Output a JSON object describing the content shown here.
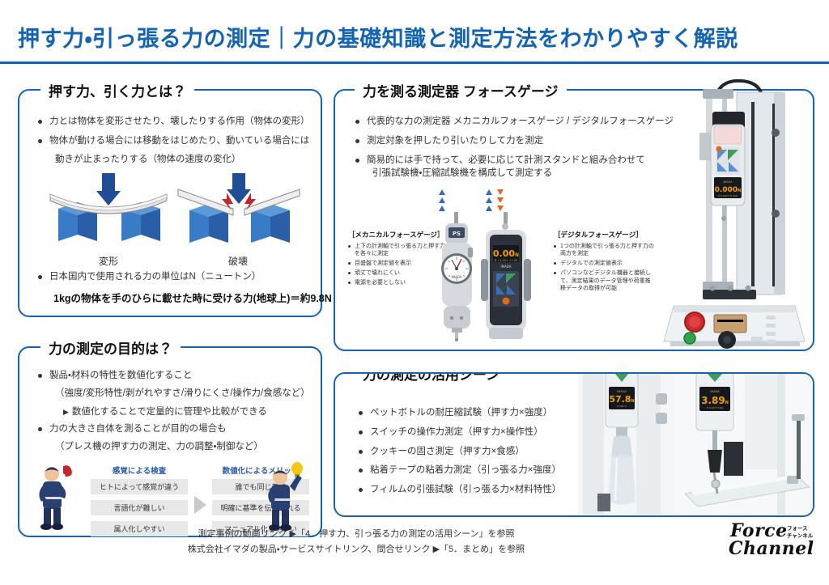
{
  "title": "押す力・引っ張る力の測定｜力の基礎知識と測定方法をわかりやすく解説",
  "panels": {
    "what_is_force": {
      "heading": "押す力、引く力とは？",
      "bullets": [
        "力とは物体を変形させたり、壊したりする作用（物体の変形）",
        "物体が動ける場合には移動をはじめたり、動いている場合には"
      ],
      "bullet2_cont": "動きが止まったりする（物体の速度の変化）",
      "caption_deform": "変形",
      "caption_break": "破壊",
      "unit_bullet": "日本国内で使用される力の単位はN（ニュートン）",
      "unit_note": "1kgの物体を手のひらに載せた時に受ける力(地球上)＝約9.8N"
    },
    "purpose": {
      "heading": "力の測定の目的は？",
      "bullet1": "製品・材料の特性を数値化すること",
      "bullet1_sub": "（強度/変形特性/剥がれやすさ/滑りにくさ/操作力/食感など）",
      "bullet1_tri": "数値化することで定量的に管理や比較ができる",
      "bullet2": "力の大きさ自体を測ることが目的の場合も",
      "bullet2_sub": "（プレス機の押す力の測定、力の調整・制御など）",
      "compare": {
        "left_head": "感覚による検査",
        "right_head": "数値化によるメリット",
        "left_items": [
          "ヒトによって感覚が違う",
          "言語化が難しい",
          "属人化しやすい"
        ],
        "right_items": [
          "誰でも同じ基準",
          "明確に基準を伝えられる",
          "マニュアル化しやすい"
        ]
      }
    },
    "force_gauge": {
      "heading": "力を測る測定器 フォースゲージ",
      "bullets": [
        "代表的な力の測定器 メカニカルフォースゲージ / デジタルフォースゲージ",
        "測定対象を押したり引いたりして力を測定",
        "簡易的には手で持って、必要に応じて計測スタンドと組み合わせて"
      ],
      "bullet3_cont": "引張試験機・圧縮試験機を構成して測定する",
      "mechanical": {
        "label": "［メカニカルフォースゲージ］",
        "items": [
          "上下の計測軸で引っ張る力と押す力を各々に測定",
          "目盛盤で測定値を表示",
          "頑丈で壊れにくい",
          "電源を必要としない"
        ],
        "dial_brand": "IMADA",
        "top_label": "PS"
      },
      "digital": {
        "label": "［デジタルフォースゲージ］",
        "items": [
          "1つの計測軸で引っ張る力と押す力の両方を測定",
          "デジタルでの測定値表示",
          "パソコンなどデジタル機器と接続して、測定結果のデータ管理や荷重推移データの取得が可能"
        ],
        "display_value": "0.00",
        "display_unit": "N",
        "brand": "IMADA"
      },
      "stand": {
        "display_value": "0.000",
        "display_unit": "N",
        "brand": "IMADA"
      }
    },
    "use_cases": {
      "heading": "力の測定の活用シーン",
      "bullets": [
        "ペットボトルの耐圧縮試験（押す力×強度）",
        "スイッチの操作力測定（押す力×操作性）",
        "クッキーの固さ測定（押す力×食感）",
        "粘着テープの粘着力測定（引っ張る力×強度）",
        "フィルムの引張試験（引っ張る力×材料特性）"
      ],
      "photo_left_value": "57.8",
      "photo_right_value": "3.89",
      "photo_unit": "N"
    }
  },
  "footer": {
    "line1": "測定事例の動画リンク ▶「4．押す力、引っ張る力の測定の活用シーン」を参照",
    "line2": "株式会社イマダの製品・サービスサイトリンク、問合せリンク ▶「5．まとめ」を参照",
    "logo_line1": "Force",
    "logo_line2": "Channel",
    "logo_ruby1": "フォース",
    "logo_ruby2": "チャンネル"
  },
  "colors": {
    "brand_blue": "#1464b4",
    "accent_blue": "#2f6bbf",
    "accent_orange": "#e2661e",
    "arrow_navy": "#1f4e96"
  }
}
